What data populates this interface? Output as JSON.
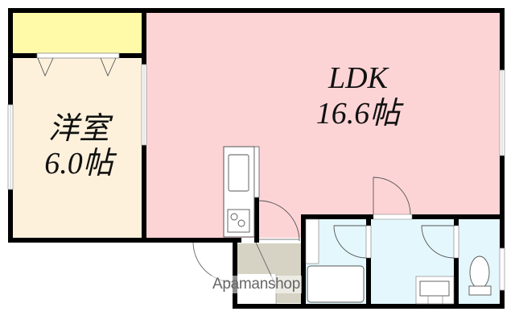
{
  "rooms": {
    "closet": {
      "label": "",
      "color": "#fffaa8"
    },
    "western_room": {
      "name": "洋室",
      "size": "6.0帖",
      "color": "#fdf1dc"
    },
    "ldk": {
      "name": "LDK",
      "size": "16.6帖",
      "color": "#fdd4d6"
    },
    "entrance": {
      "label": "",
      "color": "#d6d3c4"
    },
    "bathroom": {
      "label": "",
      "color": "#e4f7fc"
    },
    "washroom": {
      "label": "",
      "color": "#e4f7fc"
    },
    "toilet": {
      "label": "",
      "color": "#e4f7fc"
    }
  },
  "fixtures": [
    "kitchen-sink",
    "stove-2-burner",
    "bathtub",
    "wash-basin",
    "toilet"
  ],
  "watermark": {
    "text": "Apamanshop"
  },
  "colors": {
    "wall": "#000000",
    "window": "#ffffff",
    "background": "#ffffff"
  }
}
